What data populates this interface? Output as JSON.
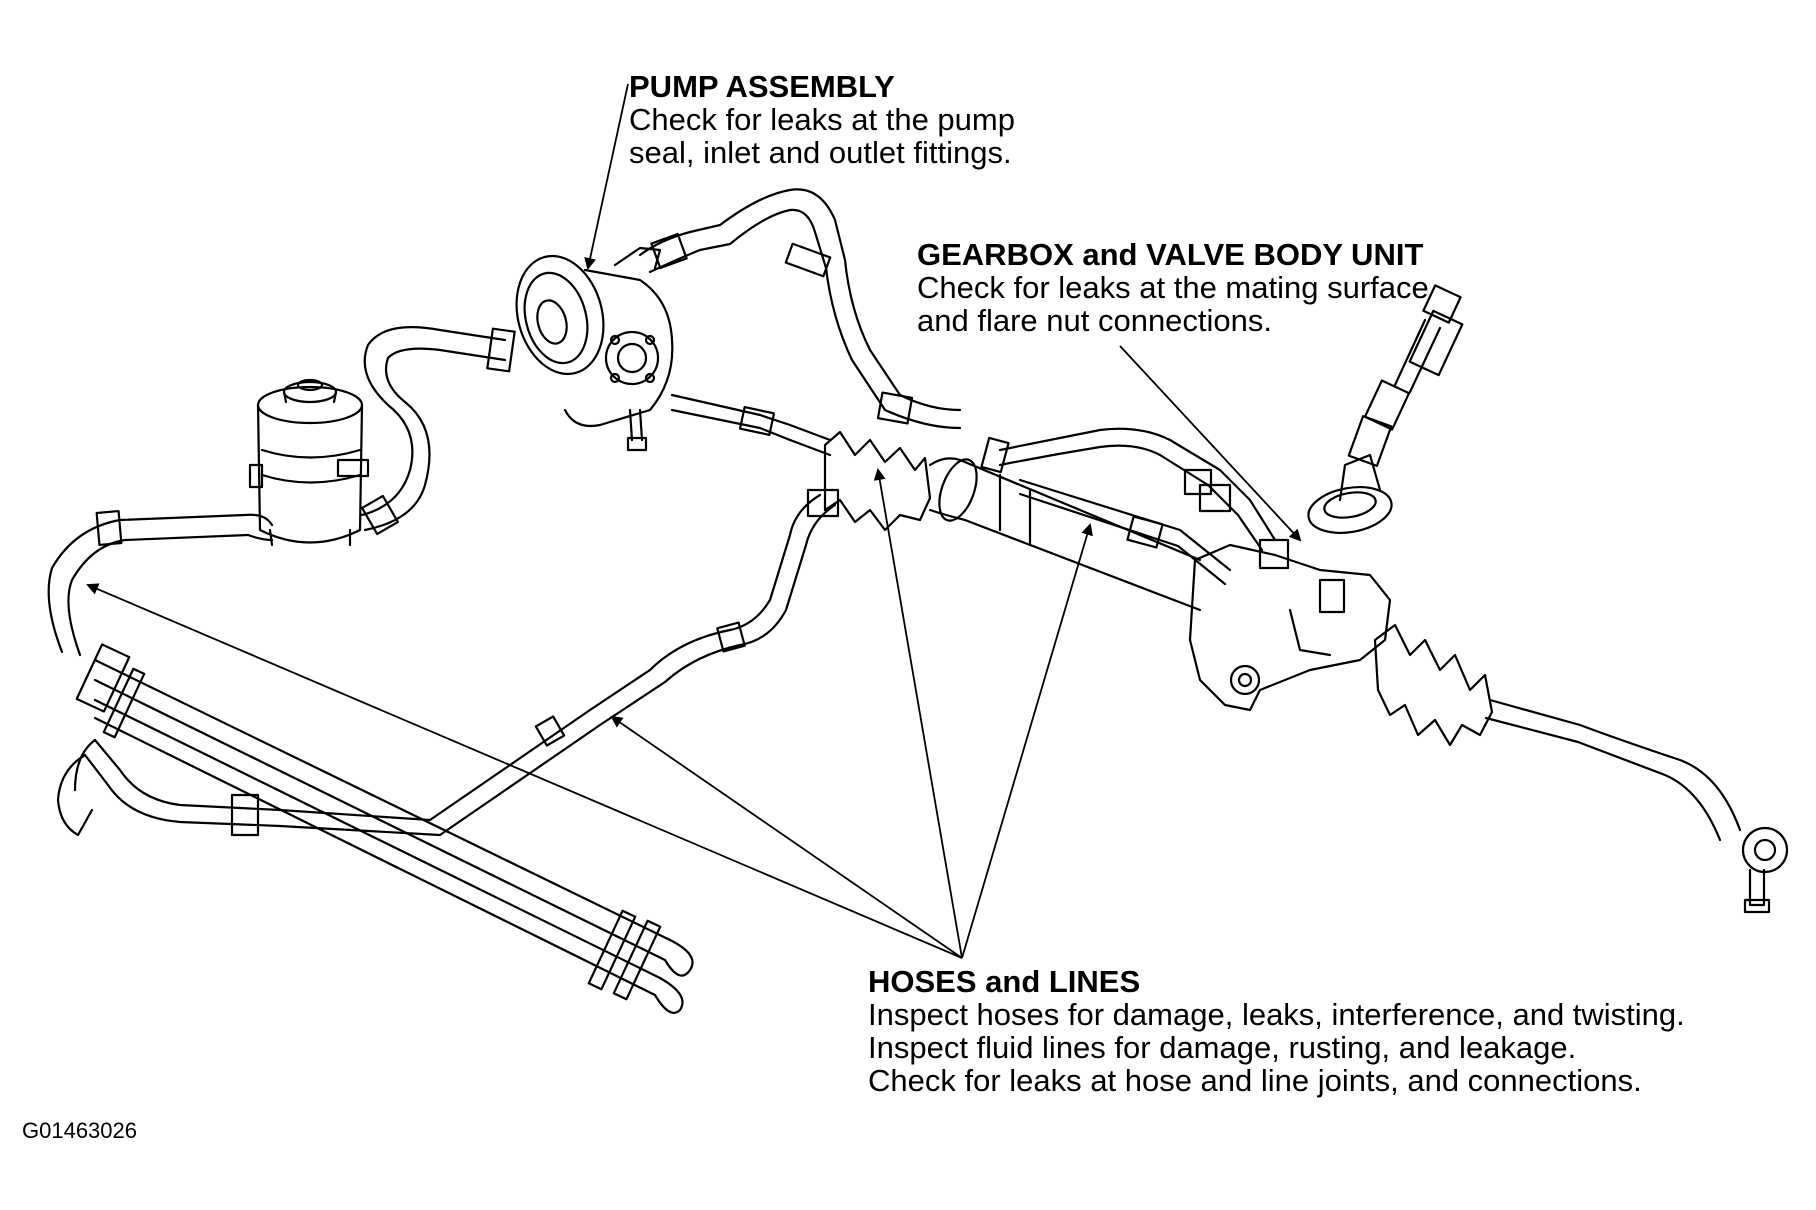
{
  "labels": {
    "pump": {
      "title": "PUMP ASSEMBLY",
      "lines": [
        "Check for leaks at the pump",
        "seal, inlet and outlet fittings."
      ]
    },
    "gearbox": {
      "title": "GEARBOX and VALVE BODY UNIT",
      "lines": [
        "Check for leaks at the mating surface",
        "and flare nut connections."
      ]
    },
    "hoses": {
      "title": "HOSES and LINES",
      "lines": [
        "Inspect hoses for damage, leaks, interference, and twisting.",
        "Inspect fluid lines for damage, rusting, and leakage.",
        "Check for leaks at hose and line joints, and connections."
      ]
    }
  },
  "figure_code": "G01463026",
  "colors": {
    "line": "#000000",
    "background": "#ffffff"
  }
}
